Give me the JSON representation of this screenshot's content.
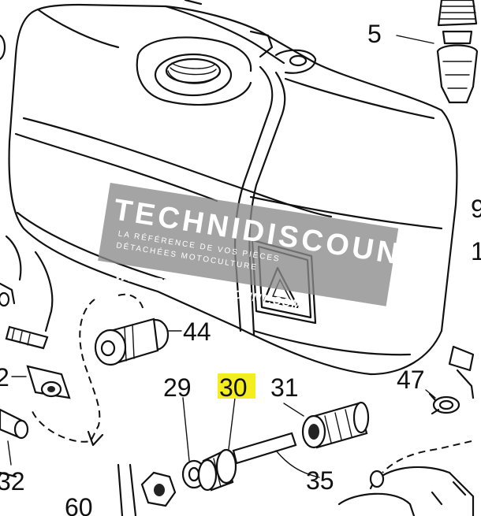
{
  "diagram": {
    "highlight_color": "#f5ee1f",
    "part_labels": {
      "p5": "5",
      "p44": "44",
      "p2": "2",
      "p29": "29",
      "p30": "30",
      "p31": "31",
      "p47": "47",
      "p32": "32",
      "p60": "60",
      "p35": "35",
      "p9": "9",
      "p1": "1"
    },
    "highlighted_part": "30"
  },
  "watermark": {
    "brand": "TECHNIDISCOUNT",
    "tagline_1": "LA RÉFÉRENCE DE VOS PIÈCES",
    "tagline_2": "DÉTACHÉES MOTOCULTURE",
    "url": "WWW.TECHNIDISCOUNT.COM",
    "color": "#8a8a8a"
  }
}
